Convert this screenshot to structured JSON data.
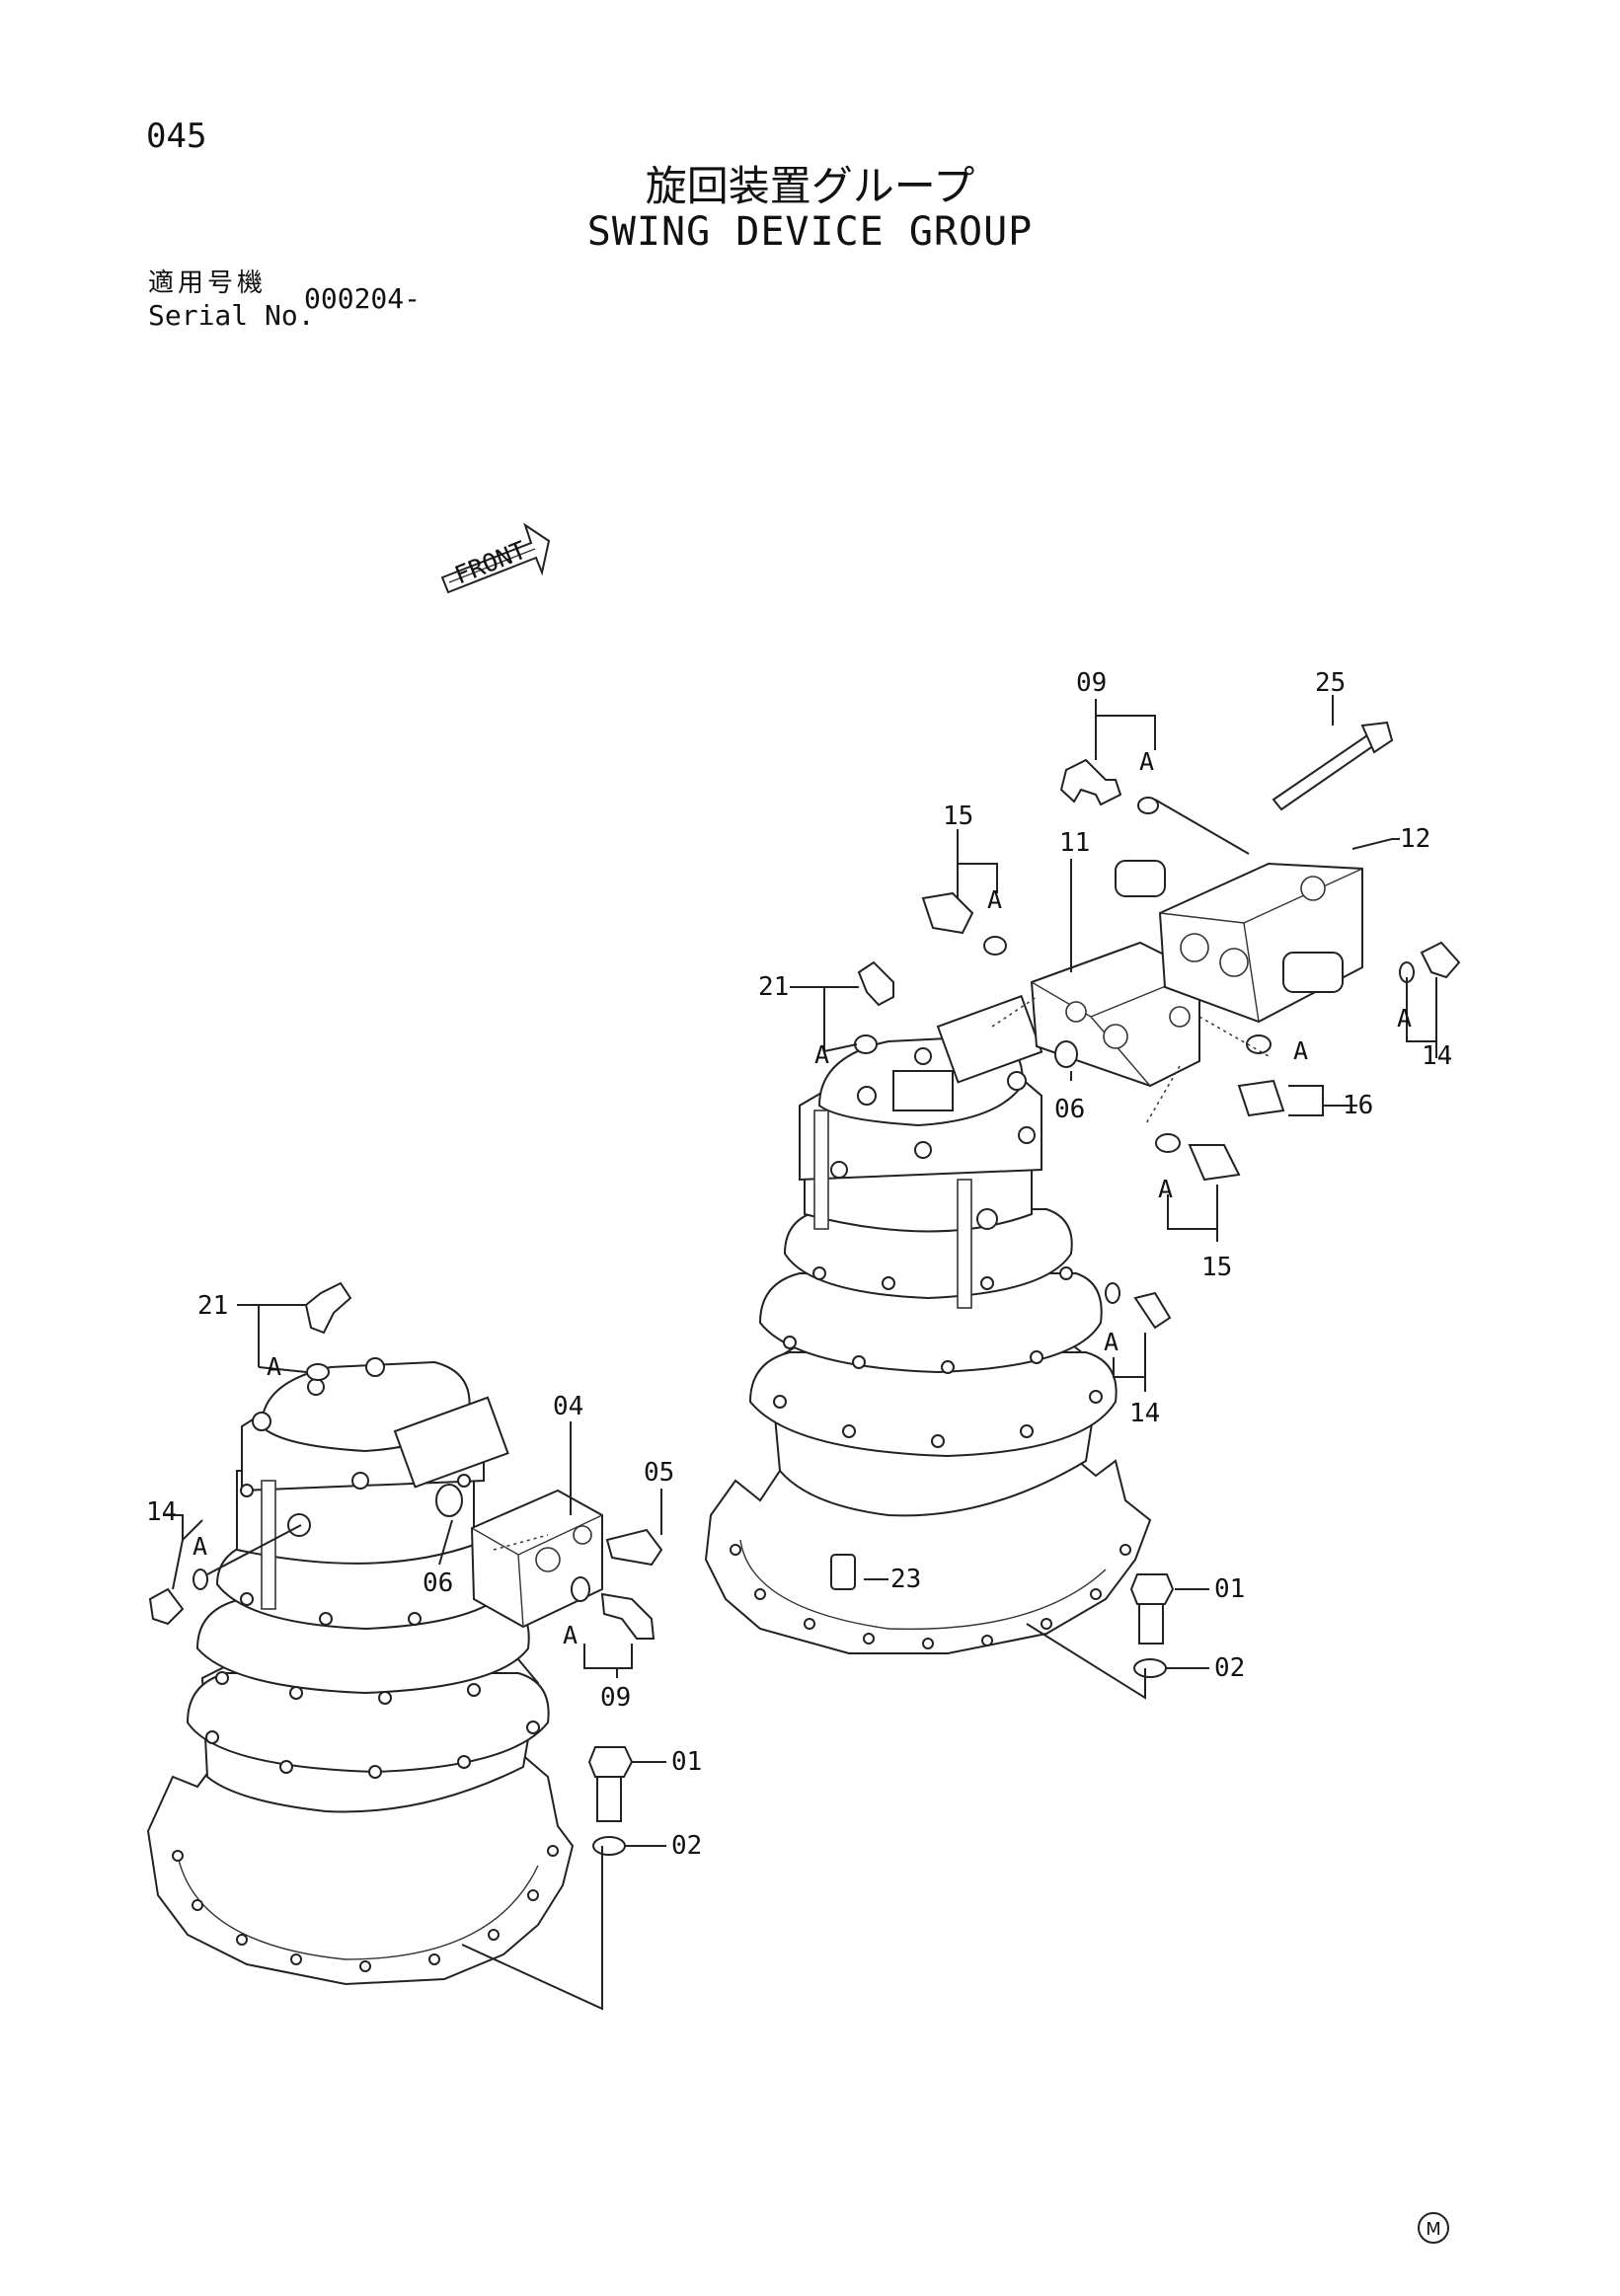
{
  "page": {
    "number": "045"
  },
  "title": {
    "japanese": "旋回装置グループ",
    "english": "SWING DEVICE GROUP"
  },
  "serial": {
    "label_jp": "適用号機",
    "label_en": "Serial No.",
    "value": "000204-"
  },
  "direction": {
    "label": "FRONT",
    "icon": "arrow-right-icon"
  },
  "callouts": {
    "right_09": "09",
    "right_25": "25",
    "right_12": "12",
    "right_15_top": "15",
    "right_11": "11",
    "right_21": "21",
    "right_14_top": "14",
    "right_16": "16",
    "right_06": "06",
    "right_15_bottom": "15",
    "right_14_bottom": "14",
    "right_23": "23",
    "right_01": "01",
    "right_02": "02",
    "left_21": "21",
    "left_04": "04",
    "left_05": "05",
    "left_14": "14",
    "left_06": "06",
    "left_09": "09",
    "left_01": "01",
    "left_02": "02"
  },
  "marker": "A",
  "footer": {
    "mark": "M"
  }
}
